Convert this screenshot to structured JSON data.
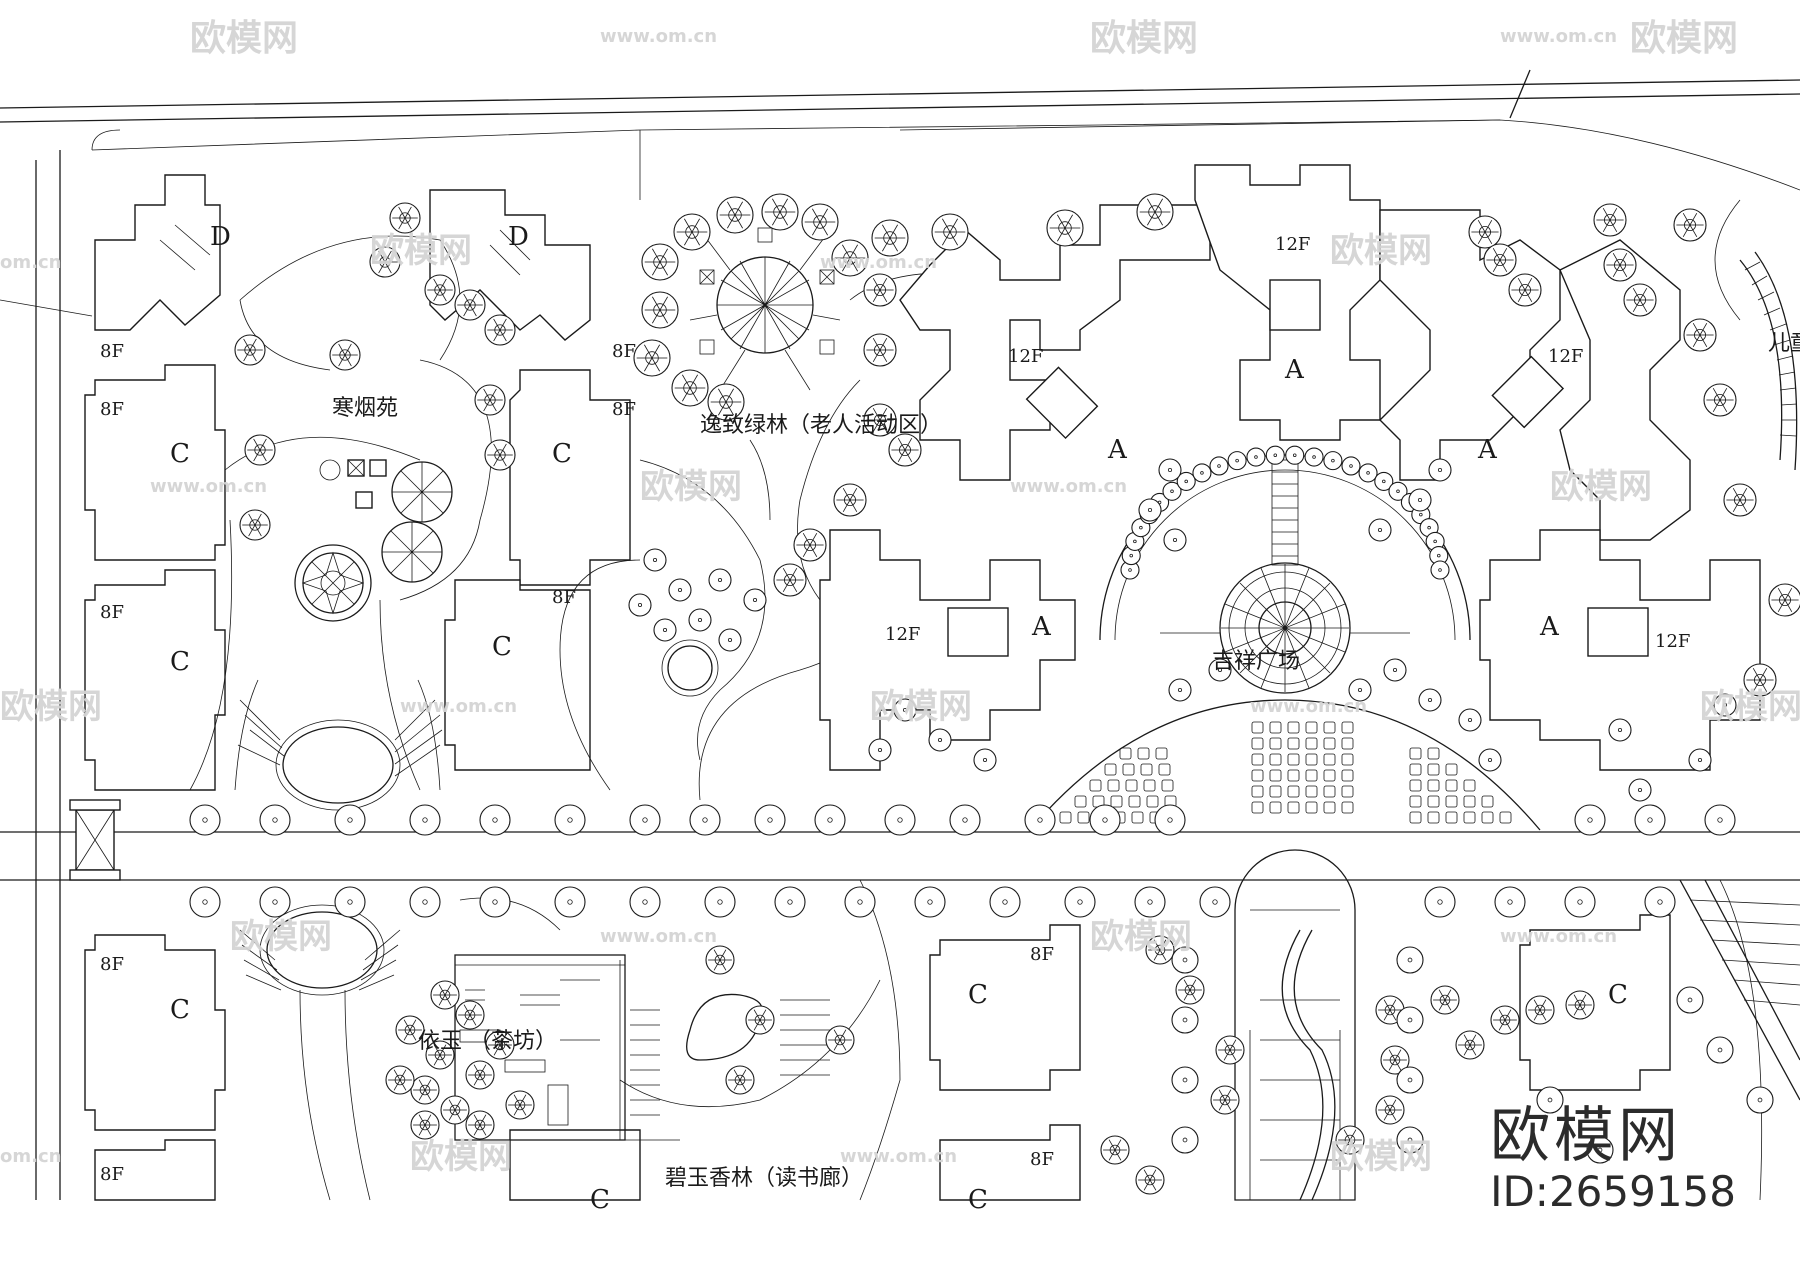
{
  "plan": {
    "zone_labels": {
      "hanyan": "寒烟苑",
      "yizhi": "逸致绿林（老人活动区）",
      "jixiang": "吉祥广场",
      "yiyu": "依玉 （茶坊）",
      "biyu": "碧玉香林（读书廊）",
      "child": "儿童"
    },
    "building_types": {
      "A": "A",
      "C": "C",
      "D": "D"
    },
    "floor_labels": {
      "f8": "8F",
      "f12": "12F"
    }
  },
  "watermark": {
    "brand": "欧模网",
    "site": "www.om.cn",
    "domain_fragment": "om.cn"
  },
  "badge": {
    "brand": "欧模网",
    "id_text": "ID:2659158"
  },
  "colors": {
    "line": "#1a1a1a",
    "background": "#ffffff",
    "watermark": "#d4d4d4"
  }
}
